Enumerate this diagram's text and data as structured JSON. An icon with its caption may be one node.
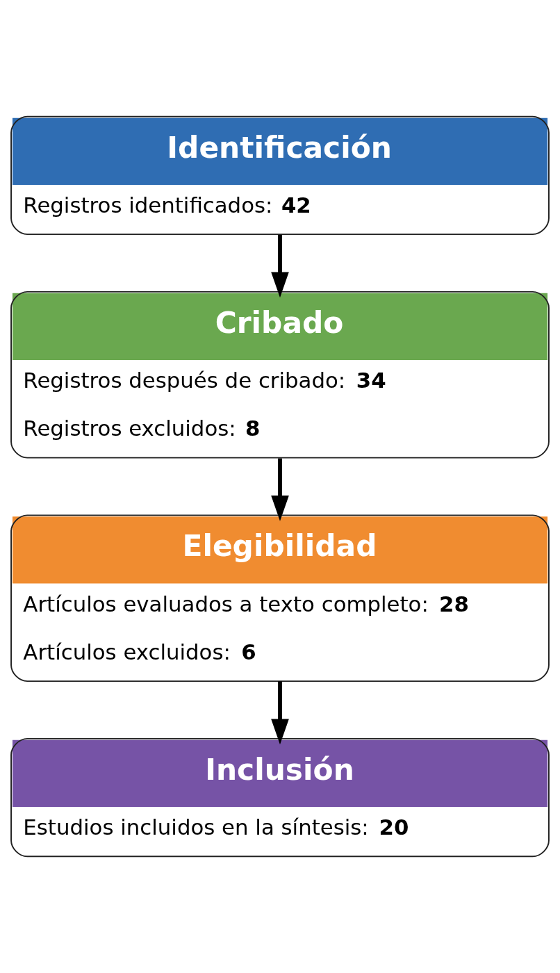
{
  "diagram": {
    "nodes": [
      {
        "text": [
          "Identificación",
          "Registros identificados: **42**"
        ]
      },
      {
        "text": [
          "Cribado",
          "Registros después de cribado: **34**",
          "Registros excluidos: **8**"
        ]
      },
      {
        "text": [
          "Elegibilidad",
          "Artículos evaluados a texto completo: **28**",
          "Artículos excluidos: **6**"
        ]
      },
      {
        "text": [
          "Inclusión",
          "Estudios incluidos en la síntesis: **20**"
        ]
      }
    ],
    "edges": [
      {
        "from": 0,
        "to": 1,
        "arrow": "to"
      },
      {
        "from": 1,
        "to": 2,
        "arrow": "to"
      },
      {
        "from": 2,
        "to": 3,
        "arrow": "to"
      }
    ]
  }
}
